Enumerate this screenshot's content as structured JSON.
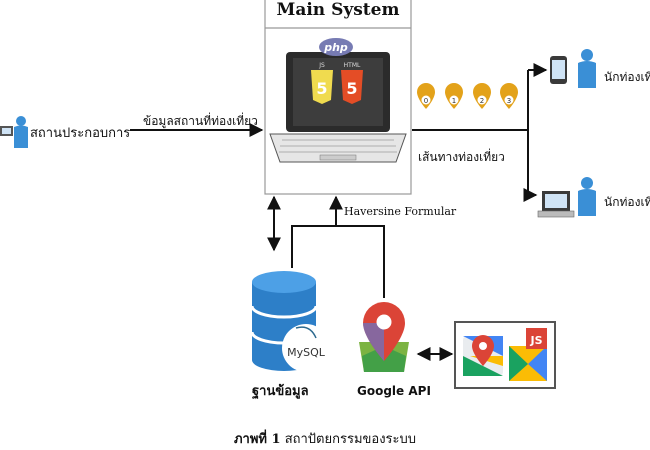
{
  "main_system": {
    "title": "Main System",
    "php_logo": "php",
    "js_logo": "JS",
    "html_logo": "HTML"
  },
  "service_provider": {
    "label": "สถานประกอบการ"
  },
  "flows": {
    "tourism_info": "ข้อมูลสถานที่ท่องเที่ยว",
    "tour_route": "เส้นทางท่องเที่ยว",
    "haversine": "Haversine Formular"
  },
  "route_markers": [
    "0",
    "1",
    "2",
    "3"
  ],
  "tourists": [
    {
      "label": "นักท่องเที่"
    },
    {
      "label": "นักท่องเที่"
    }
  ],
  "database": {
    "label": "ฐานข้อมูล",
    "logo_text": "MySQL"
  },
  "google_api": {
    "label": "Google API",
    "js_badge": "JS"
  },
  "caption": {
    "prefix": "ภาพที่ 1",
    "text": "สถาปัตยกรรมของระบบ"
  },
  "colors": {
    "marker": "#e3a21a",
    "user_blue": "#3a8fd6",
    "db_blue": "#2d7fc8",
    "php": "#777bb3",
    "js": "#f0db4f",
    "html": "#e44d26",
    "map_green": "#1aa260",
    "map_red": "#db4437"
  }
}
